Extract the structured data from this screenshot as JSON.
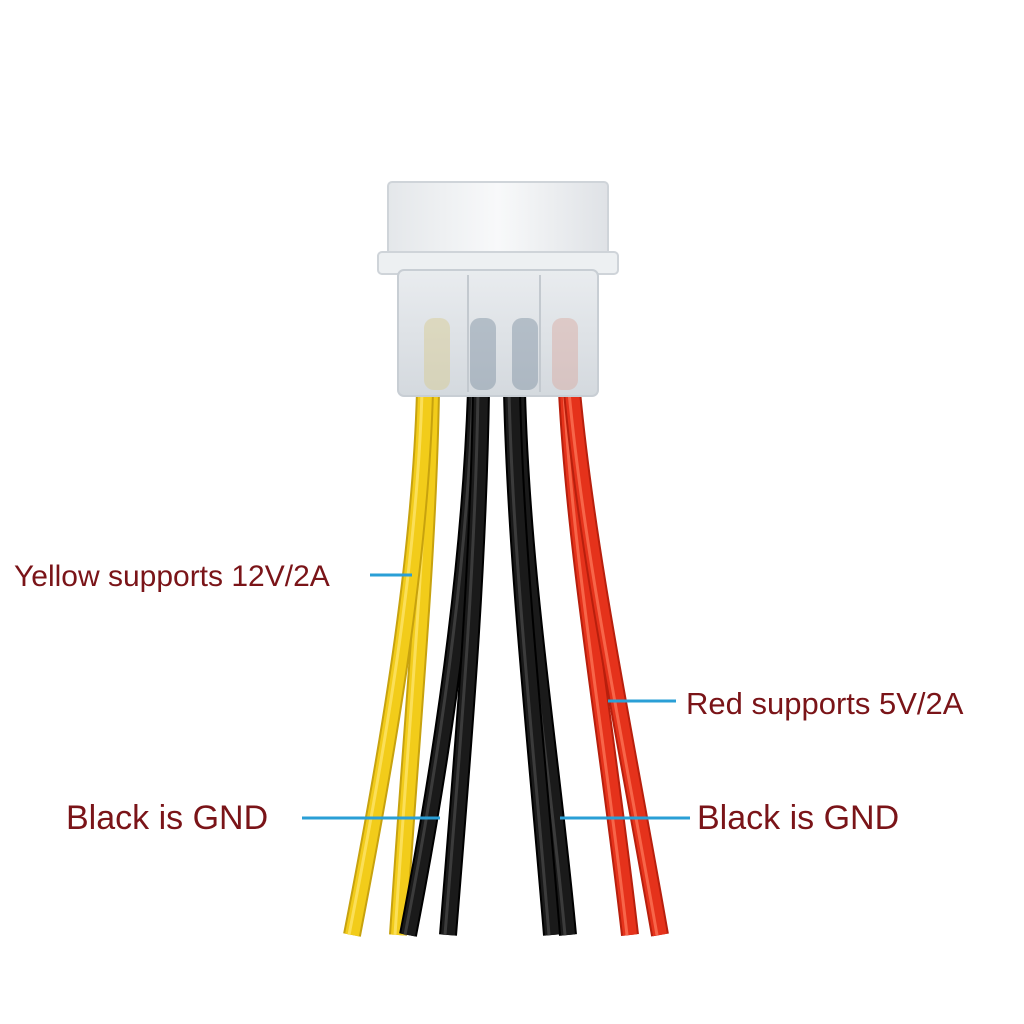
{
  "labels": {
    "yellow": "Yellow supports 12V/2A",
    "red": "Red supports 5V/2A",
    "black_left": "Black is GND",
    "black_right": "Black is GND"
  },
  "wires": [
    {
      "name": "yellow-wire",
      "color": "#f2cc1a"
    },
    {
      "name": "black-wire",
      "color": "#1a1a1a"
    },
    {
      "name": "black-wire",
      "color": "#1a1a1a"
    },
    {
      "name": "red-wire",
      "color": "#e5321b"
    }
  ],
  "colors": {
    "label_text": "#7a1418",
    "leader_line": "#2a9fd6",
    "connector": "#eef0f3"
  }
}
